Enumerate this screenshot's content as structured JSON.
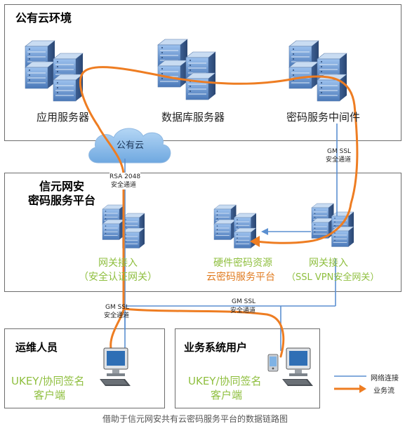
{
  "zones": {
    "public_cloud_env": "公有云环境",
    "platform_line1": "信元网安",
    "platform_line2": "密码服务平台",
    "ops": "运维人员",
    "biz_users": "业务系统用户"
  },
  "servers": {
    "app": "应用服务器",
    "db": "数据库服务器",
    "crypto_middleware": "密码服务中间件"
  },
  "cloud_label": "公有云",
  "platform_nodes": {
    "gateway_left_1": "网关接入",
    "gateway_left_2": "（安全认证网关）",
    "hsm_1": "硬件密码资源",
    "hsm_2": "云密码服务平台",
    "gateway_right_1": "网关接入",
    "gateway_right_2": "（SSL VPN安全网关）"
  },
  "channels": {
    "gmssl_top_1": "GM SSL",
    "gmssl_top_2": "安全通道",
    "rsa_1": "RSA 2048",
    "rsa_2": "安全通道",
    "gmssl_left_1": "GM SSL",
    "gmssl_left_2": "安全通道",
    "gmssl_right_1": "GM SSL",
    "gmssl_right_2": "安全通道"
  },
  "clients": {
    "ops_1": "UKEY/协同签名",
    "ops_2": "客户端",
    "biz_1": "UKEY/协同签名",
    "biz_2": "客户端"
  },
  "legend": {
    "network": "网络连接",
    "flow": "业务流"
  },
  "caption": "借助于信元网安共有云密码服务平台的数据链路图",
  "colors": {
    "network_line": "#5b8fd0",
    "flow_line": "#ee7d22",
    "green_text": "#8fbf3f",
    "orange_text": "#e07b20"
  }
}
